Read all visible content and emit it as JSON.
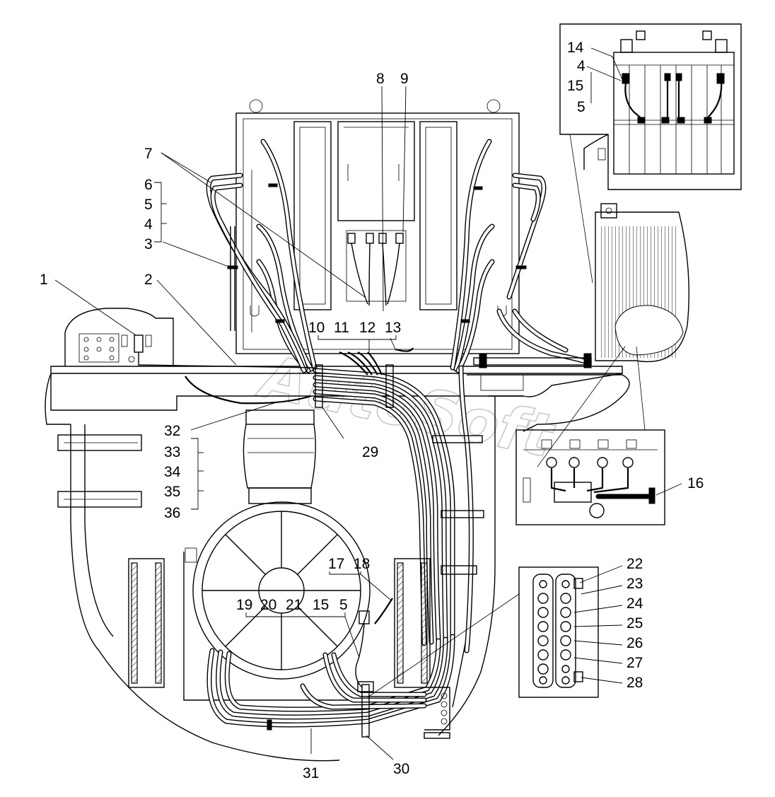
{
  "callouts": [
    {
      "id": "c1",
      "text": "1"
    },
    {
      "id": "c2",
      "text": "2"
    },
    {
      "id": "c3",
      "text": "3"
    },
    {
      "id": "c4a",
      "text": "4"
    },
    {
      "id": "c5a",
      "text": "5"
    },
    {
      "id": "c6",
      "text": "6"
    },
    {
      "id": "c7",
      "text": "7"
    },
    {
      "id": "c8",
      "text": "8"
    },
    {
      "id": "c9",
      "text": "9"
    },
    {
      "id": "c10",
      "text": "10"
    },
    {
      "id": "c11",
      "text": "11"
    },
    {
      "id": "c12",
      "text": "12"
    },
    {
      "id": "c13",
      "text": "13"
    },
    {
      "id": "c14",
      "text": "14"
    },
    {
      "id": "c4b",
      "text": "4"
    },
    {
      "id": "c15a",
      "text": "15"
    },
    {
      "id": "c5b",
      "text": "5"
    },
    {
      "id": "c16",
      "text": "16"
    },
    {
      "id": "c17",
      "text": "17"
    },
    {
      "id": "c18",
      "text": "18"
    },
    {
      "id": "c19",
      "text": "19"
    },
    {
      "id": "c20",
      "text": "20"
    },
    {
      "id": "c21",
      "text": "21"
    },
    {
      "id": "c15b",
      "text": "15"
    },
    {
      "id": "c5c",
      "text": "5"
    },
    {
      "id": "c22",
      "text": "22"
    },
    {
      "id": "c23",
      "text": "23"
    },
    {
      "id": "c24",
      "text": "24"
    },
    {
      "id": "c25",
      "text": "25"
    },
    {
      "id": "c26",
      "text": "26"
    },
    {
      "id": "c27",
      "text": "27"
    },
    {
      "id": "c28",
      "text": "28"
    },
    {
      "id": "c29",
      "text": "29"
    },
    {
      "id": "c30",
      "text": "30"
    },
    {
      "id": "c31",
      "text": "31"
    },
    {
      "id": "c32",
      "text": "32"
    },
    {
      "id": "c33",
      "text": "33"
    },
    {
      "id": "c34",
      "text": "34"
    },
    {
      "id": "c35",
      "text": "35"
    },
    {
      "id": "c36",
      "text": "36"
    }
  ],
  "watermark": "AutoSoft"
}
